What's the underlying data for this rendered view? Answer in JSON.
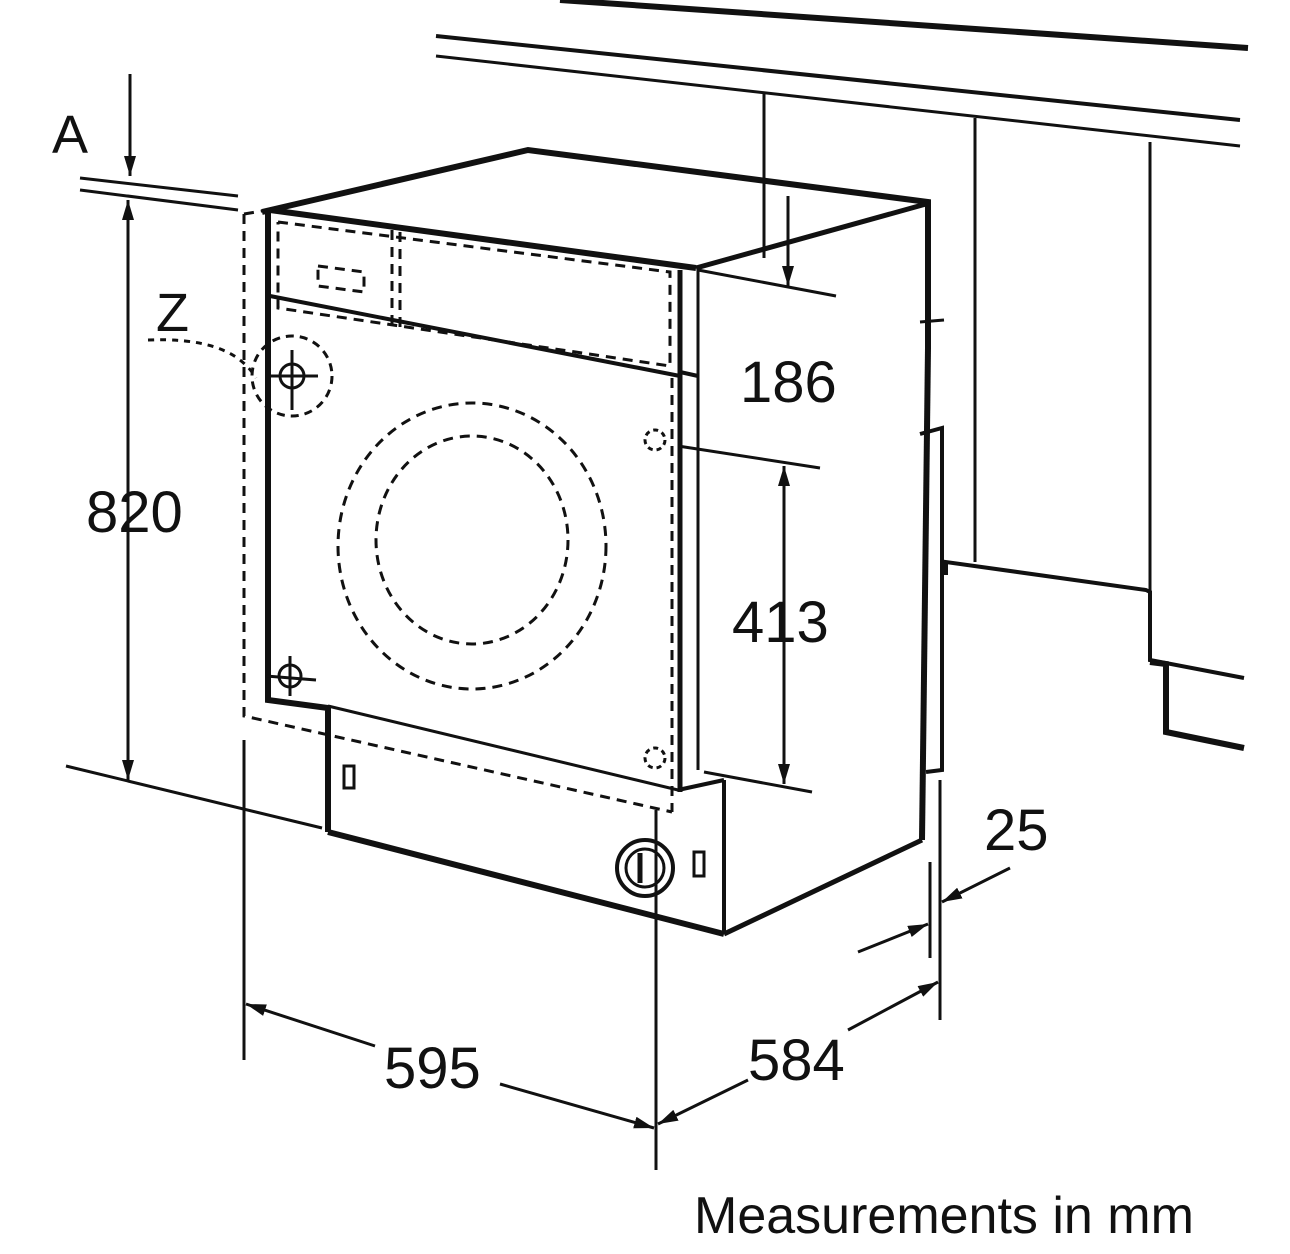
{
  "diagram": {
    "labels": {
      "a": "A",
      "z": "Z",
      "height": "820",
      "top_panel": "186",
      "door_hinge_spacing": "413",
      "width": "595",
      "depth": "584",
      "door_gap": "25"
    },
    "caption": "Measurements in mm",
    "colors": {
      "line": "#111111",
      "background": "#ffffff"
    }
  }
}
